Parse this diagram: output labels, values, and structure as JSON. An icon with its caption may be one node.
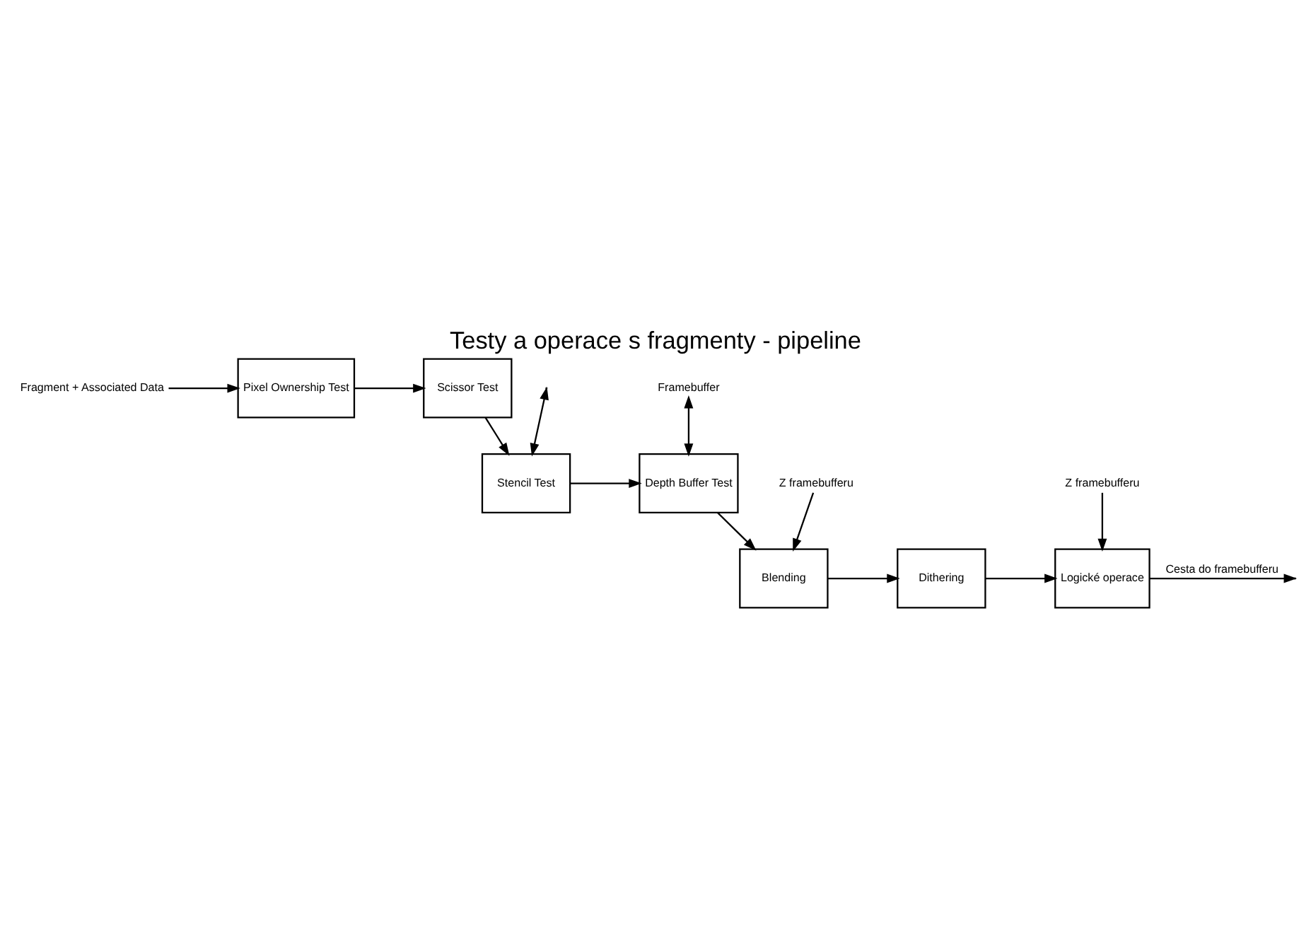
{
  "diagram": {
    "title": "Testy a operace s fragmenty - pipeline",
    "nodes": [
      {
        "text": [
          "Fragment + Associated Data"
        ]
      },
      {
        "text": [
          "Pixel Ownership Test"
        ]
      },
      {
        "text": [
          "Scissor Test"
        ]
      },
      {
        "text": [
          "Stencil Test"
        ]
      },
      {
        "text": [
          "Depth Buffer Test"
        ]
      },
      {
        "text": [
          "Blending"
        ]
      },
      {
        "text": [
          "Dithering"
        ]
      },
      {
        "text": [
          "Logické operace"
        ]
      },
      {
        "text": [
          "Framebuffer"
        ]
      },
      {
        "text": [
          "Z framebufferu"
        ]
      },
      {
        "text": [
          "Z framebufferu"
        ]
      }
    ],
    "edges": [
      {
        "from": 0,
        "to": 1,
        "arrow": "to"
      },
      {
        "from": 1,
        "to": 2,
        "arrow": "to"
      },
      {
        "from": 2,
        "to": 3,
        "arrow": "to"
      },
      {
        "from": 3,
        "to": 4,
        "arrow": "to"
      },
      {
        "from": 4,
        "to": 5,
        "arrow": "to"
      },
      {
        "from": 5,
        "to": 6,
        "arrow": "to"
      },
      {
        "from": 6,
        "to": 7,
        "arrow": "to"
      },
      {
        "from": 8,
        "to": 4,
        "arrow": "both"
      },
      {
        "from": null,
        "to": 3,
        "arrow": "both"
      },
      {
        "from": 9,
        "to": 5,
        "arrow": "to"
      },
      {
        "from": 10,
        "to": 7,
        "arrow": "to"
      },
      {
        "from": 7,
        "to": null,
        "arrow": "to",
        "label": "Cesta do framebufferu"
      }
    ]
  }
}
